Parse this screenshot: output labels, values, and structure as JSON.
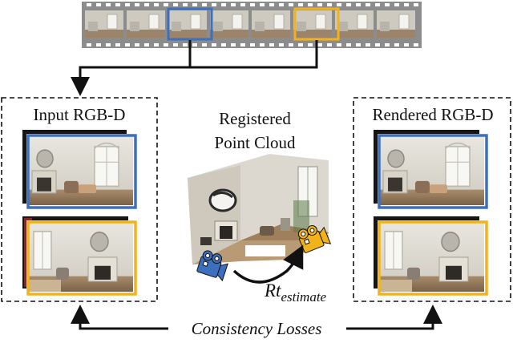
{
  "labels": {
    "input": "Input RGB-D",
    "rendered": "Rendered RGB-D",
    "registered_line1": "Registered",
    "registered_line2": "Point Cloud",
    "rt_main": "Rt",
    "rt_sub": "estimate",
    "consistency": "Consistency Losses"
  },
  "colors": {
    "blue": "#3d6fbf",
    "yellow": "#f2b21a",
    "filmstrip": "#8c8c8c",
    "dark": "#111111"
  },
  "icons": {
    "camera_blue": "camera-icon",
    "camera_yellow": "camera-icon"
  }
}
